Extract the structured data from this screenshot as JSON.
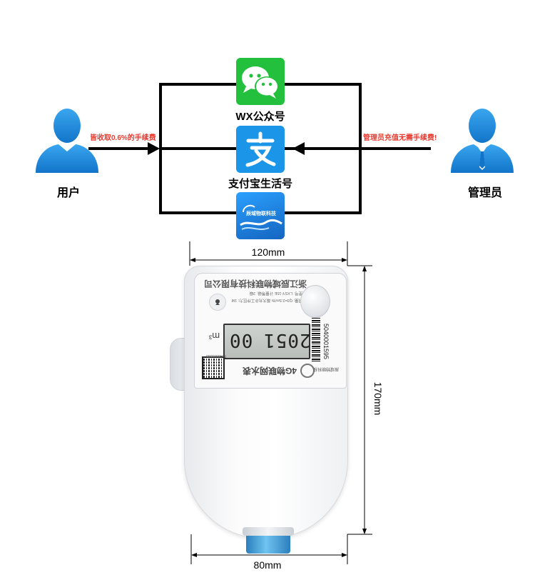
{
  "channels": {
    "wechat": {
      "label": "WX公众号",
      "icon": "wechat-icon",
      "color": "#1fbe3b"
    },
    "alipay": {
      "label": "支付宝生活号",
      "icon": "alipay-icon",
      "color": "#1a95e8"
    },
    "company": {
      "icon": "company-logo-icon",
      "logo_text": "辰域物联科技",
      "color": "#1e88e5"
    }
  },
  "user": {
    "label": "用户",
    "fee_note": "皆收取0.6%的手续费",
    "icon": "user-silhouette-icon",
    "color": "#1a8fe0"
  },
  "admin": {
    "label": "管理员",
    "fee_note": "管理员充值无需手续费!",
    "icon": "admin-silhouette-icon",
    "color": "#1a8fe0"
  },
  "meter": {
    "company_name": "浙江辰域物联科技有限公司",
    "product_name": "4G物联网水表",
    "lcd_left": "00",
    "lcd_right": "2051",
    "unit": "m³",
    "serial": "5040001595",
    "small_serial": "5040001595",
    "spec_line_1": "产品型号: LXSY-15E  计量等级: 2级",
    "spec_line_2": "常用流量: Q3=2.5m³/h  最大允许工作压力: 1MPa",
    "brand": "辰域物联科技"
  },
  "dimensions": {
    "width": "120mm",
    "height": "170mm",
    "base_width": "80mm"
  }
}
